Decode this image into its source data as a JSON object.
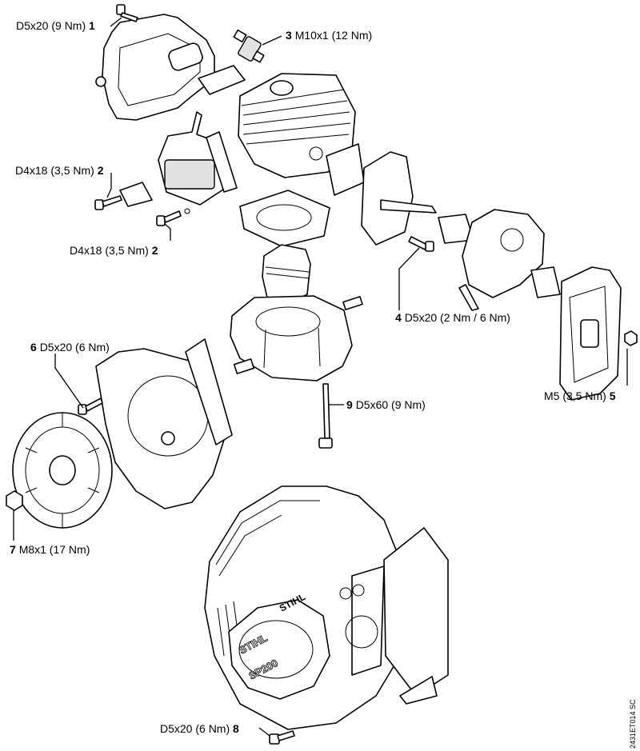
{
  "callouts": [
    {
      "num": "1",
      "spec": "D5x20 (9 Nm)"
    },
    {
      "num": "3",
      "spec": "M10x1 (12 Nm)"
    },
    {
      "num": "2",
      "spec": "D4x18 (3,5 Nm)"
    },
    {
      "num": "2",
      "spec": "D4x18 (3,5 Nm)"
    },
    {
      "num": "4",
      "spec": "D5x20 (2 Nm / 6 Nm)"
    },
    {
      "num": "6",
      "spec": "D5x20 (6 Nm)"
    },
    {
      "num": "9",
      "spec": "D5x60 (9 Nm)"
    },
    {
      "num": "5",
      "spec": "M5 (3,5 Nm)"
    },
    {
      "num": "7",
      "spec": "M8x1 (17 Nm)"
    },
    {
      "num": "8",
      "spec": "D5x20 (6 Nm)"
    }
  ],
  "drawing_code": "2431ET014 SC",
  "brand": "STIHL",
  "model_mark": "SP200"
}
